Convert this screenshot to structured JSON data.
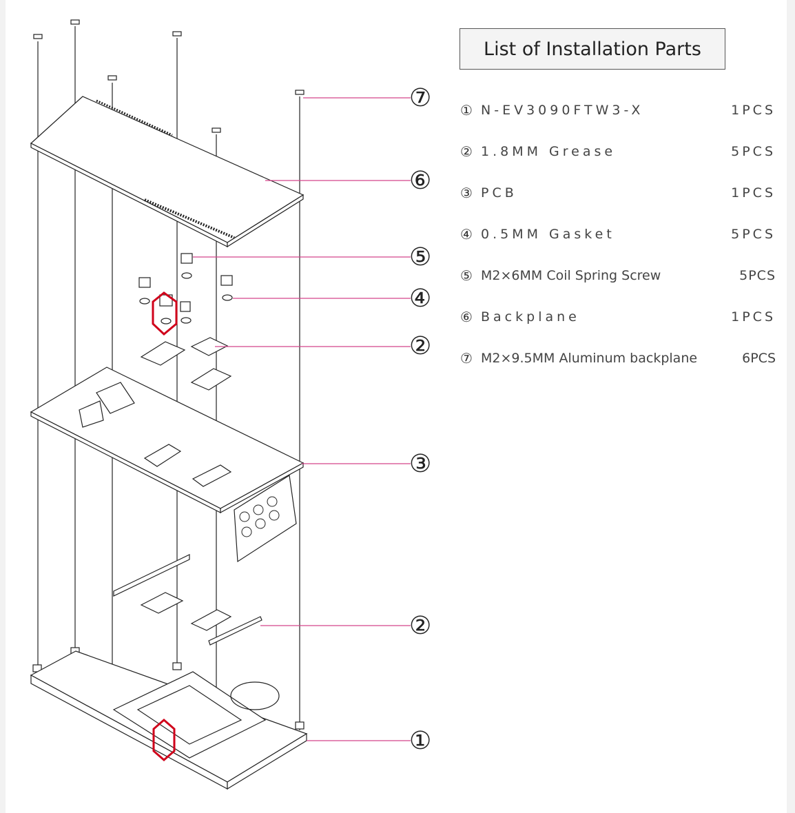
{
  "title": "List of Installation Parts",
  "parts": [
    {
      "num": "①",
      "name": "N-EV3090FTW3-X",
      "qty": "1PCS"
    },
    {
      "num": "②",
      "name": "1.8MM Grease",
      "qty": "5PCS"
    },
    {
      "num": "③",
      "name": "PCB",
      "qty": "1PCS"
    },
    {
      "num": "④",
      "name": "0.5MM Gasket",
      "qty": "5PCS"
    },
    {
      "num": "⑤",
      "name": "M2×6MM Coil Spring Screw",
      "qty": "5PCS"
    },
    {
      "num": "⑥",
      "name": "Backplane",
      "qty": "1PCS"
    },
    {
      "num": "⑦",
      "name": "M2×9.5MM Aluminum backplane",
      "qty": "6PCS"
    }
  ],
  "callouts": [
    "⑦",
    "⑥",
    "⑤",
    "④",
    "②",
    "③",
    "②",
    "①"
  ],
  "colors": {
    "leader": "#d4448a",
    "highlight": "#d0021b",
    "line": "#222222"
  }
}
